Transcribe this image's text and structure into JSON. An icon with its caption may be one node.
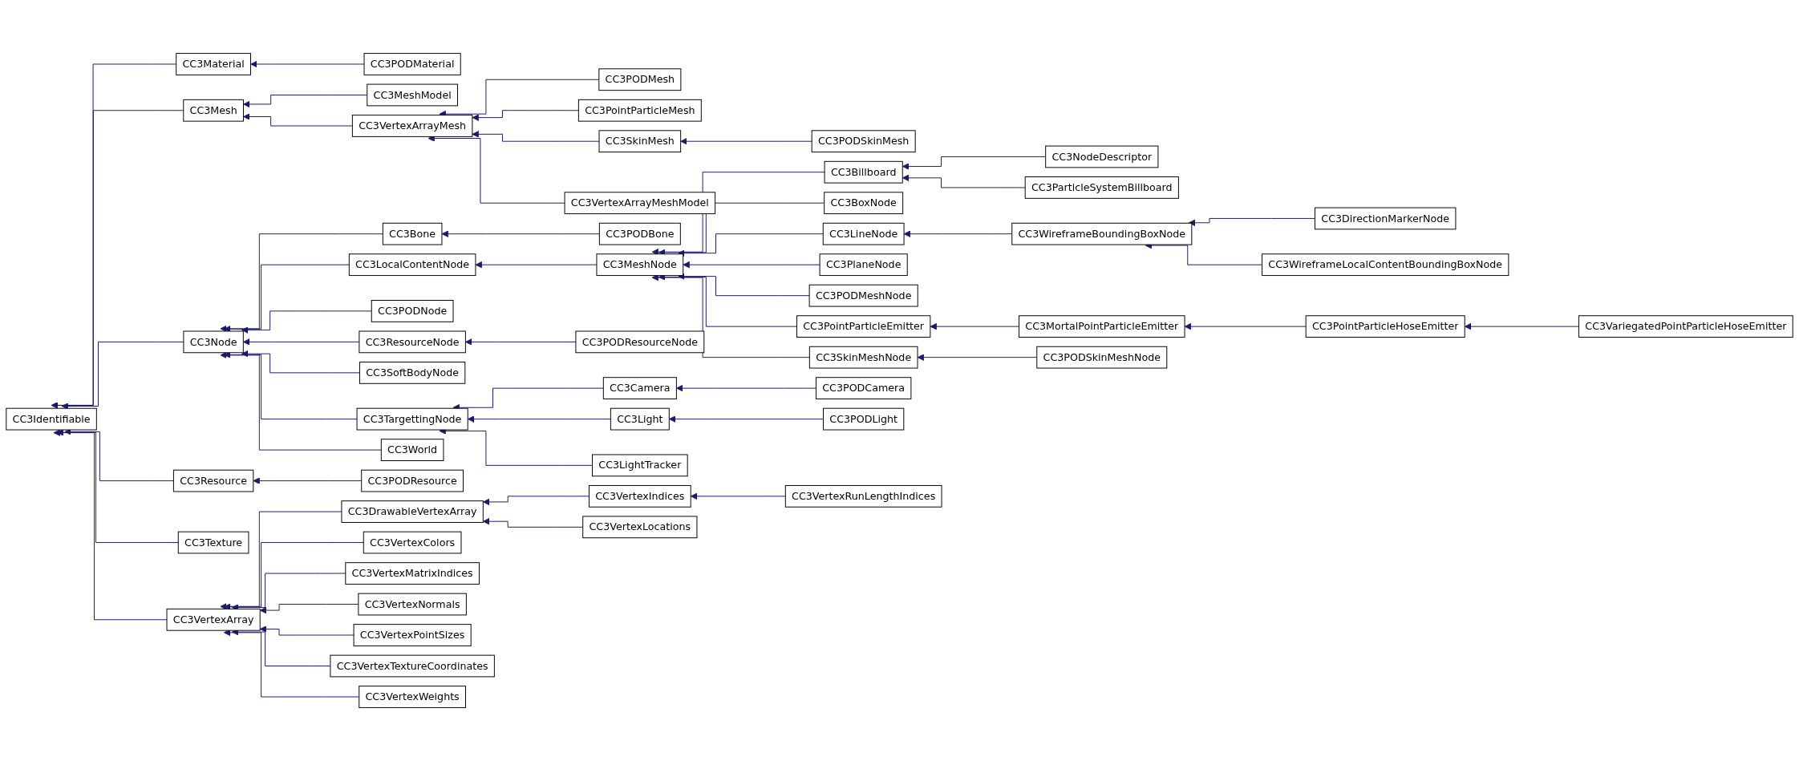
{
  "diagram": {
    "nodes": [
      {
        "text": [
          "CC3Identifiable"
        ]
      },
      {
        "text": [
          "CC3Material"
        ]
      },
      {
        "text": [
          "CC3PODMaterial"
        ]
      },
      {
        "text": [
          "CC3Mesh"
        ]
      },
      {
        "text": [
          "CC3MeshModel"
        ]
      },
      {
        "text": [
          "CC3VertexArrayMesh"
        ]
      },
      {
        "text": [
          "CC3PODMesh"
        ]
      },
      {
        "text": [
          "CC3PointParticleMesh"
        ]
      },
      {
        "text": [
          "CC3SkinMesh"
        ]
      },
      {
        "text": [
          "CC3PODSkinMesh"
        ]
      },
      {
        "text": [
          "CC3VertexArrayMeshModel"
        ]
      },
      {
        "text": [
          "CC3Node"
        ]
      },
      {
        "text": [
          "CC3Bone"
        ]
      },
      {
        "text": [
          "CC3PODBone"
        ]
      },
      {
        "text": [
          "CC3LocalContentNode"
        ]
      },
      {
        "text": [
          "CC3MeshNode"
        ]
      },
      {
        "text": [
          "CC3Billboard"
        ]
      },
      {
        "text": [
          "CC3NodeDescriptor"
        ]
      },
      {
        "text": [
          "CC3ParticleSystemBillboard"
        ]
      },
      {
        "text": [
          "CC3BoxNode"
        ]
      },
      {
        "text": [
          "CC3LineNode"
        ]
      },
      {
        "text": [
          "CC3WireframeBoundingBoxNode"
        ]
      },
      {
        "text": [
          "CC3DirectionMarkerNode"
        ]
      },
      {
        "text": [
          "CC3WireframeLocalContentBoundingBoxNode"
        ]
      },
      {
        "text": [
          "CC3PlaneNode"
        ]
      },
      {
        "text": [
          "CC3PODMeshNode"
        ]
      },
      {
        "text": [
          "CC3PointParticleEmitter"
        ]
      },
      {
        "text": [
          "CC3MortalPointParticleEmitter"
        ]
      },
      {
        "text": [
          "CC3PointParticleHoseEmitter"
        ]
      },
      {
        "text": [
          "CC3VariegatedPointParticleHoseEmitter"
        ]
      },
      {
        "text": [
          "CC3SkinMeshNode"
        ]
      },
      {
        "text": [
          "CC3PODSkinMeshNode"
        ]
      },
      {
        "text": [
          "CC3PODNode"
        ]
      },
      {
        "text": [
          "CC3ResourceNode"
        ]
      },
      {
        "text": [
          "CC3PODResourceNode"
        ]
      },
      {
        "text": [
          "CC3SoftBodyNode"
        ]
      },
      {
        "text": [
          "CC3TargettingNode"
        ]
      },
      {
        "text": [
          "CC3Camera"
        ]
      },
      {
        "text": [
          "CC3PODCamera"
        ]
      },
      {
        "text": [
          "CC3Light"
        ]
      },
      {
        "text": [
          "CC3PODLight"
        ]
      },
      {
        "text": [
          "CC3LightTracker"
        ]
      },
      {
        "text": [
          "CC3World"
        ]
      },
      {
        "text": [
          "CC3Resource"
        ]
      },
      {
        "text": [
          "CC3PODResource"
        ]
      },
      {
        "text": [
          "CC3Texture"
        ]
      },
      {
        "text": [
          "CC3VertexArray"
        ]
      },
      {
        "text": [
          "CC3DrawableVertexArray"
        ]
      },
      {
        "text": [
          "CC3VertexIndices"
        ]
      },
      {
        "text": [
          "CC3VertexRunLengthIndices"
        ]
      },
      {
        "text": [
          "CC3VertexLocations"
        ]
      },
      {
        "text": [
          "CC3VertexColors"
        ]
      },
      {
        "text": [
          "CC3VertexMatrixIndices"
        ]
      },
      {
        "text": [
          "CC3VertexNormals"
        ]
      },
      {
        "text": [
          "CC3VertexPointSizes"
        ]
      },
      {
        "text": [
          "CC3VertexTextureCoordinates"
        ]
      },
      {
        "text": [
          "CC3VertexWeights"
        ]
      }
    ],
    "edges": [
      {
        "from": 1,
        "to": 0,
        "arrow": "to"
      },
      {
        "from": 2,
        "to": 1,
        "arrow": "to"
      },
      {
        "from": 3,
        "to": 0,
        "arrow": "to"
      },
      {
        "from": 4,
        "to": 3,
        "arrow": "to"
      },
      {
        "from": 5,
        "to": 3,
        "arrow": "to"
      },
      {
        "from": 6,
        "to": 5,
        "arrow": "to"
      },
      {
        "from": 7,
        "to": 5,
        "arrow": "to"
      },
      {
        "from": 8,
        "to": 5,
        "arrow": "to"
      },
      {
        "from": 9,
        "to": 8,
        "arrow": "to"
      },
      {
        "from": 10,
        "to": 5,
        "arrow": "to"
      },
      {
        "from": 11,
        "to": 0,
        "arrow": "to"
      },
      {
        "from": 12,
        "to": 11,
        "arrow": "to"
      },
      {
        "from": 13,
        "to": 12,
        "arrow": "to"
      },
      {
        "from": 14,
        "to": 11,
        "arrow": "to"
      },
      {
        "from": 15,
        "to": 14,
        "arrow": "to"
      },
      {
        "from": 16,
        "to": 15,
        "arrow": "to"
      },
      {
        "from": 17,
        "to": 16,
        "arrow": "to"
      },
      {
        "from": 18,
        "to": 16,
        "arrow": "to"
      },
      {
        "from": 19,
        "to": 15,
        "arrow": "to"
      },
      {
        "from": 20,
        "to": 15,
        "arrow": "to"
      },
      {
        "from": 21,
        "to": 20,
        "arrow": "to"
      },
      {
        "from": 22,
        "to": 21,
        "arrow": "to"
      },
      {
        "from": 23,
        "to": 21,
        "arrow": "to"
      },
      {
        "from": 24,
        "to": 15,
        "arrow": "to"
      },
      {
        "from": 25,
        "to": 15,
        "arrow": "to"
      },
      {
        "from": 26,
        "to": 15,
        "arrow": "to"
      },
      {
        "from": 27,
        "to": 26,
        "arrow": "to"
      },
      {
        "from": 28,
        "to": 27,
        "arrow": "to"
      },
      {
        "from": 29,
        "to": 28,
        "arrow": "to"
      },
      {
        "from": 30,
        "to": 15,
        "arrow": "to"
      },
      {
        "from": 31,
        "to": 30,
        "arrow": "to"
      },
      {
        "from": 32,
        "to": 11,
        "arrow": "to"
      },
      {
        "from": 33,
        "to": 11,
        "arrow": "to"
      },
      {
        "from": 34,
        "to": 33,
        "arrow": "to"
      },
      {
        "from": 35,
        "to": 11,
        "arrow": "to"
      },
      {
        "from": 36,
        "to": 11,
        "arrow": "to"
      },
      {
        "from": 37,
        "to": 36,
        "arrow": "to"
      },
      {
        "from": 38,
        "to": 37,
        "arrow": "to"
      },
      {
        "from": 39,
        "to": 36,
        "arrow": "to"
      },
      {
        "from": 40,
        "to": 39,
        "arrow": "to"
      },
      {
        "from": 41,
        "to": 36,
        "arrow": "to"
      },
      {
        "from": 42,
        "to": 11,
        "arrow": "to"
      },
      {
        "from": 43,
        "to": 0,
        "arrow": "to"
      },
      {
        "from": 44,
        "to": 43,
        "arrow": "to"
      },
      {
        "from": 45,
        "to": 0,
        "arrow": "to"
      },
      {
        "from": 46,
        "to": 0,
        "arrow": "to"
      },
      {
        "from": 47,
        "to": 46,
        "arrow": "to"
      },
      {
        "from": 48,
        "to": 47,
        "arrow": "to"
      },
      {
        "from": 49,
        "to": 48,
        "arrow": "to"
      },
      {
        "from": 50,
        "to": 47,
        "arrow": "to"
      },
      {
        "from": 51,
        "to": 46,
        "arrow": "to"
      },
      {
        "from": 52,
        "to": 46,
        "arrow": "to"
      },
      {
        "from": 53,
        "to": 46,
        "arrow": "to"
      },
      {
        "from": 54,
        "to": 46,
        "arrow": "to"
      },
      {
        "from": 55,
        "to": 46,
        "arrow": "to"
      },
      {
        "from": 56,
        "to": 46,
        "arrow": "to"
      }
    ]
  }
}
